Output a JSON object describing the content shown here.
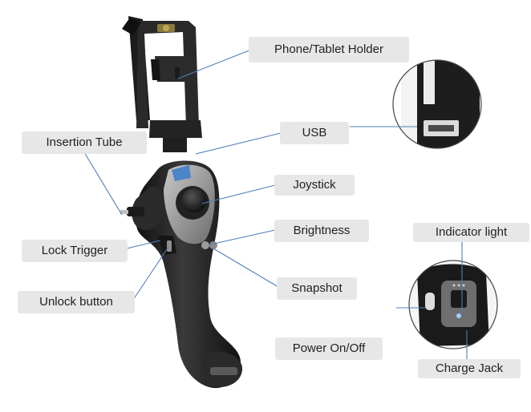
{
  "labels": {
    "phone_holder": "Phone/Tablet Holder",
    "usb": "USB",
    "insertion_tube": "Insertion Tube",
    "joystick": "Joystick",
    "brightness": "Brightness",
    "indicator_light": "Indicator light",
    "lock_trigger": "Lock Trigger",
    "snapshot": "Snapshot",
    "unlock_button": "Unlock button",
    "power": "Power On/Off",
    "charge_jack": "Charge Jack"
  },
  "colors": {
    "leader_line": "#4f7fb8",
    "label_bg": "#e7e7e7",
    "body_black": "#1e1e1e",
    "panel_grey": "#8a8a8a",
    "indicator": "#9fd0ff"
  }
}
